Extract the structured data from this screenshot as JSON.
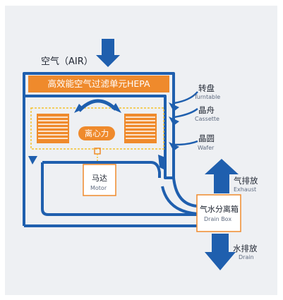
{
  "air_label": "空气（AIR）",
  "hepa_label": "高效能空气过滤单元HEPA",
  "centrifugal_label": "离心力",
  "motor": {
    "cn": "马达",
    "en": "Motor"
  },
  "drain_box": {
    "cn": "气水分离箱",
    "en": "Drain Box"
  },
  "side_labels": [
    {
      "cn": "转盘",
      "en": "Turntable"
    },
    {
      "cn": "晶舟",
      "en": "Cassette"
    },
    {
      "cn": "晶圆",
      "en": "Wafer"
    }
  ],
  "exhaust": {
    "cn": "气排放",
    "en": "Exhaust"
  },
  "drain": {
    "cn": "水排放",
    "en": "Drain"
  },
  "colors": {
    "blue": "#1f5fae",
    "dark_blue": "#174f98",
    "orange": "#ef8a2c",
    "yellow": "#f3c12f",
    "panel": "#eef0f3"
  }
}
